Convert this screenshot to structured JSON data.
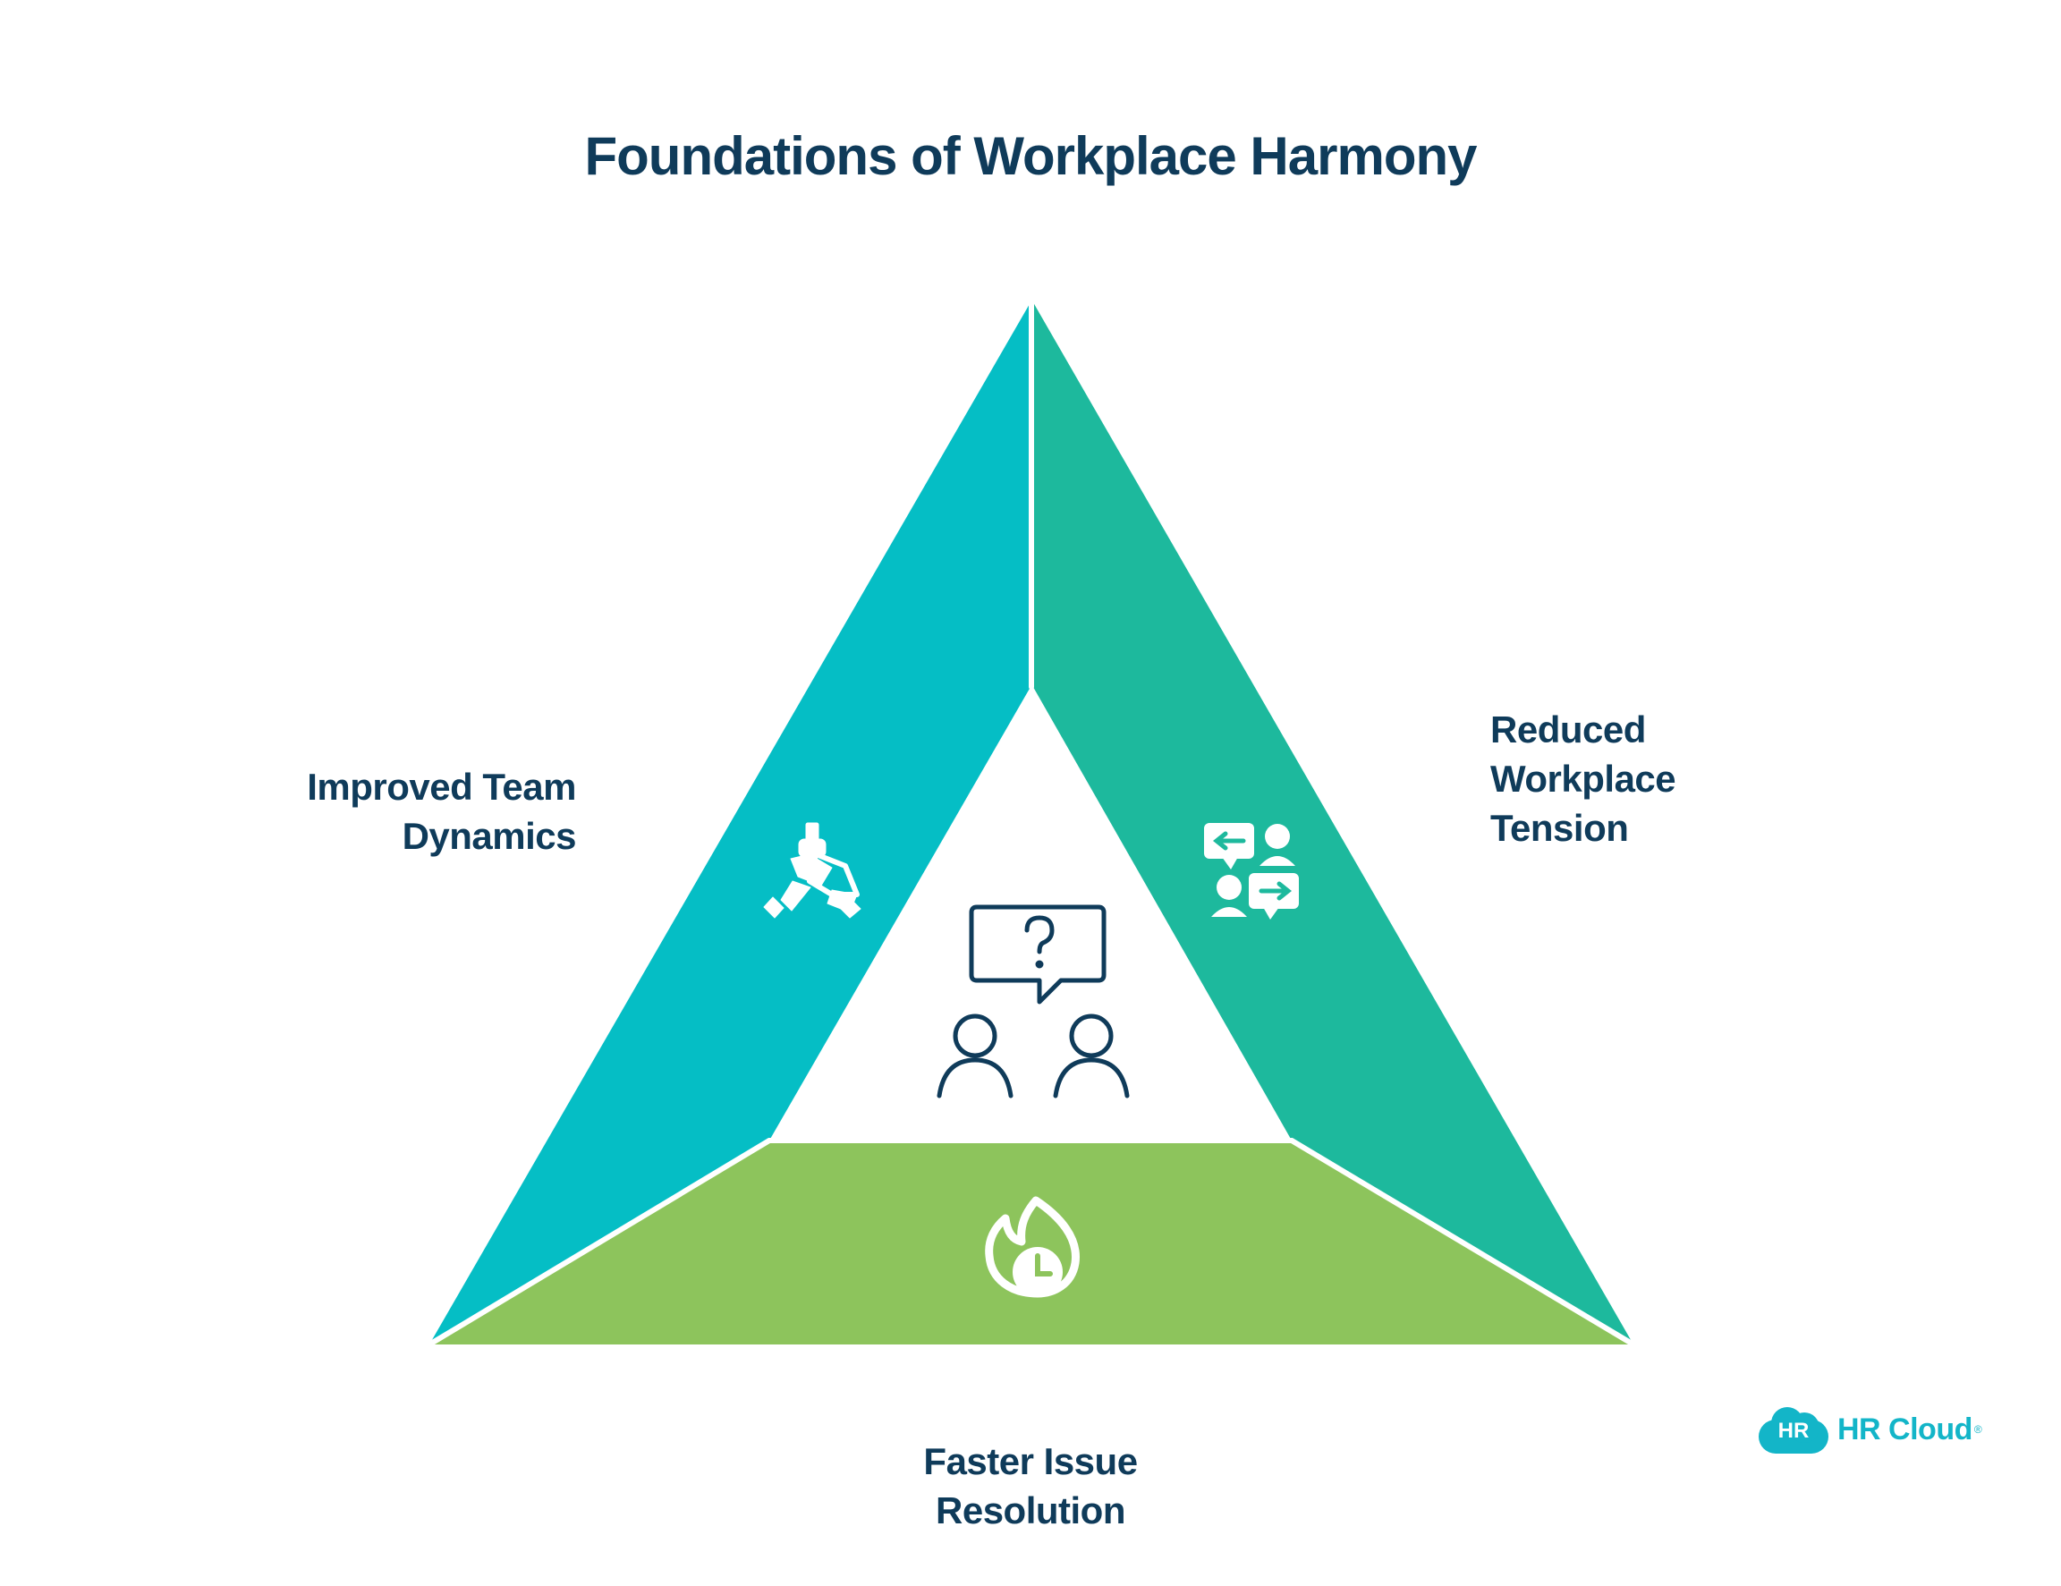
{
  "title": "Foundations of Workplace Harmony",
  "colors": {
    "left_segment": "#05bec5",
    "right_segment": "#1db99d",
    "bottom_segment": "#8dc45c",
    "text": "#0f3b5a",
    "icon_outline": "#0f3b5a",
    "brand": "#13b5c8"
  },
  "segments": [
    {
      "key": "left",
      "label_lines": [
        "Improved Team",
        "Dynamics"
      ],
      "icon": "hands-together-icon"
    },
    {
      "key": "right",
      "label_lines": [
        "Reduced",
        "Workplace",
        "Tension"
      ],
      "icon": "two-people-conversation-icon"
    },
    {
      "key": "bottom",
      "label_lines": [
        "Faster Issue",
        "Resolution"
      ],
      "icon": "fire-clock-icon"
    }
  ],
  "center_icon": "people-question-icon",
  "logo": {
    "mark": "HR",
    "text": "HR Cloud",
    "reg": "®"
  }
}
